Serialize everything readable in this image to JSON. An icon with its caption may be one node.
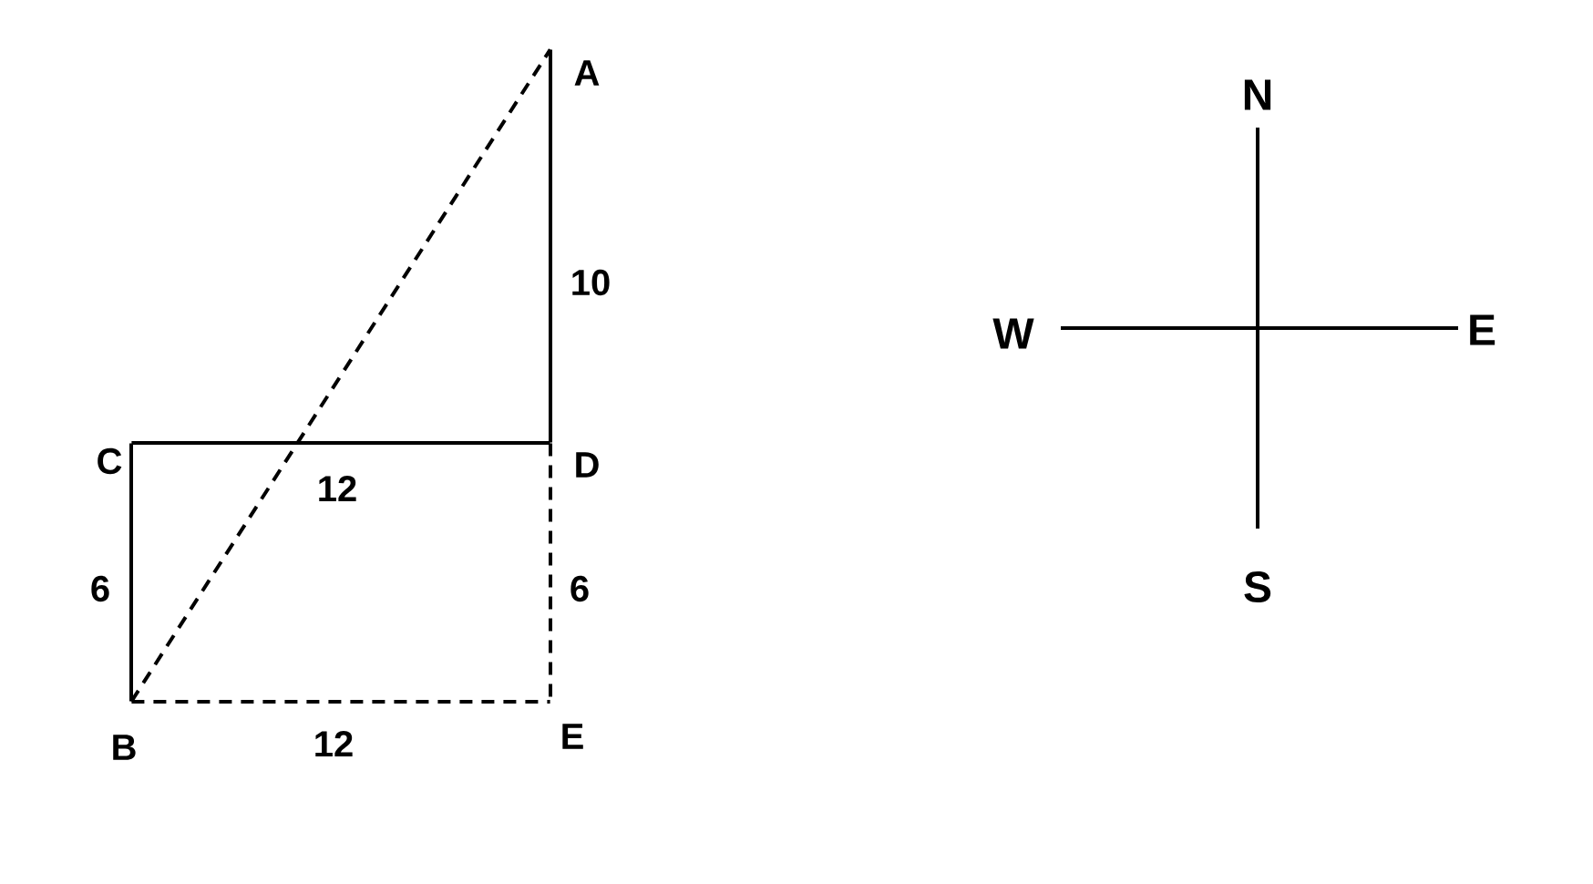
{
  "diagram": {
    "nodes": [
      {
        "text": [
          "A"
        ]
      },
      {
        "text": [
          "B"
        ]
      },
      {
        "text": [
          "C"
        ]
      },
      {
        "text": [
          "D"
        ]
      },
      {
        "text": [
          "E"
        ]
      }
    ],
    "edges": [
      {
        "from": 3,
        "to": 0,
        "arrow": "none",
        "label": "10"
      },
      {
        "from": 2,
        "to": 3,
        "arrow": "none",
        "label": "12"
      },
      {
        "from": 1,
        "to": 2,
        "arrow": "none",
        "label": "6"
      },
      {
        "from": 3,
        "to": 4,
        "arrow": "none",
        "label": "6",
        "style": "dashed"
      },
      {
        "from": 1,
        "to": 4,
        "arrow": "none",
        "label": "12",
        "style": "dashed"
      },
      {
        "from": 1,
        "to": 0,
        "arrow": "none",
        "style": "dashed"
      }
    ],
    "labels": [
      "N",
      "W",
      "E",
      "S"
    ]
  }
}
